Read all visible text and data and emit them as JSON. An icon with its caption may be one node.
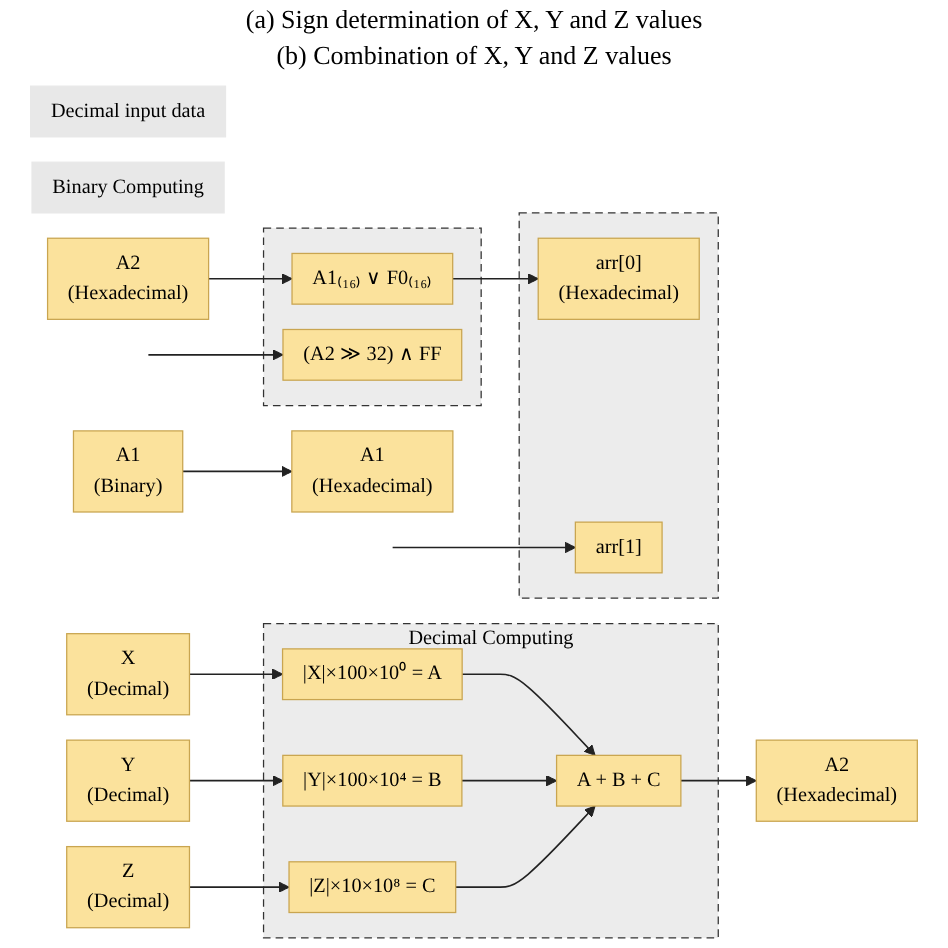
{
  "diagram": {
    "nodes": [
      {
        "text": [
          "Decimal input data"
        ]
      },
      {
        "text": [
          "Binary Computing"
        ]
      },
      {
        "text": [
          "X",
          "(Decimal)"
        ]
      },
      {
        "text": [
          "Y",
          "(Decimal)"
        ]
      },
      {
        "text": [
          "Z",
          "(Decimal)"
        ]
      },
      {
        "text": [
          "Decimal Computing"
        ]
      },
      {
        "text": [
          "|X|×100×10⁰ = A"
        ],
        "in": 5
      },
      {
        "text": [
          "|Y|×100×10⁴ = B"
        ],
        "in": 5
      },
      {
        "text": [
          "|Z|×10×10⁸ = C"
        ],
        "in": 5
      },
      {
        "text": [
          "A + B + C"
        ],
        "in": 5
      },
      {
        "text": [
          "A2",
          "(Hexadecimal)"
        ]
      },
      {
        "text": [
          "A1",
          "(Binary)"
        ]
      },
      {
        "text": [
          "A1",
          "(Hexadecimal)"
        ]
      },
      {
        "text": [
          "A2",
          "(Hexadecimal)"
        ]
      },
      {
        "text": [],
        "shape": "box"
      },
      {
        "text": [
          "A1₍₁₆₎ ∨ F0₍₁₆₎"
        ],
        "in": 14
      },
      {
        "text": [
          "(A2 ≫ 32) ∧ FF"
        ],
        "in": 14
      },
      {
        "text": [],
        "shape": "box"
      },
      {
        "text": [
          "arr[0]",
          "(Hexadecimal)"
        ],
        "in": 17
      },
      {
        "text": [
          "arr[1]"
        ],
        "in": 17
      }
    ],
    "edges": [
      {
        "from": 2,
        "to": 6,
        "arrow": "to"
      },
      {
        "from": 3,
        "to": 7,
        "arrow": "to"
      },
      {
        "from": 4,
        "to": 8,
        "arrow": "to"
      },
      {
        "from": 6,
        "to": 9,
        "arrow": "to"
      },
      {
        "from": 7,
        "to": 9,
        "arrow": "to"
      },
      {
        "from": 8,
        "to": 9,
        "arrow": "to"
      },
      {
        "from": 9,
        "to": 10,
        "arrow": "to"
      },
      {
        "from": 11,
        "to": 12,
        "arrow": "to"
      },
      {
        "from": 13,
        "to": 15,
        "arrow": "to"
      },
      {
        "from": 15,
        "to": 18,
        "arrow": "to"
      },
      {
        "from": null,
        "to": 16,
        "arrow": "to"
      },
      {
        "from": null,
        "to": 19,
        "arrow": "to"
      }
    ],
    "labels": [
      "(a) Sign determination of X, Y and Z values",
      "(b) Combination of X, Y and Z values"
    ]
  }
}
